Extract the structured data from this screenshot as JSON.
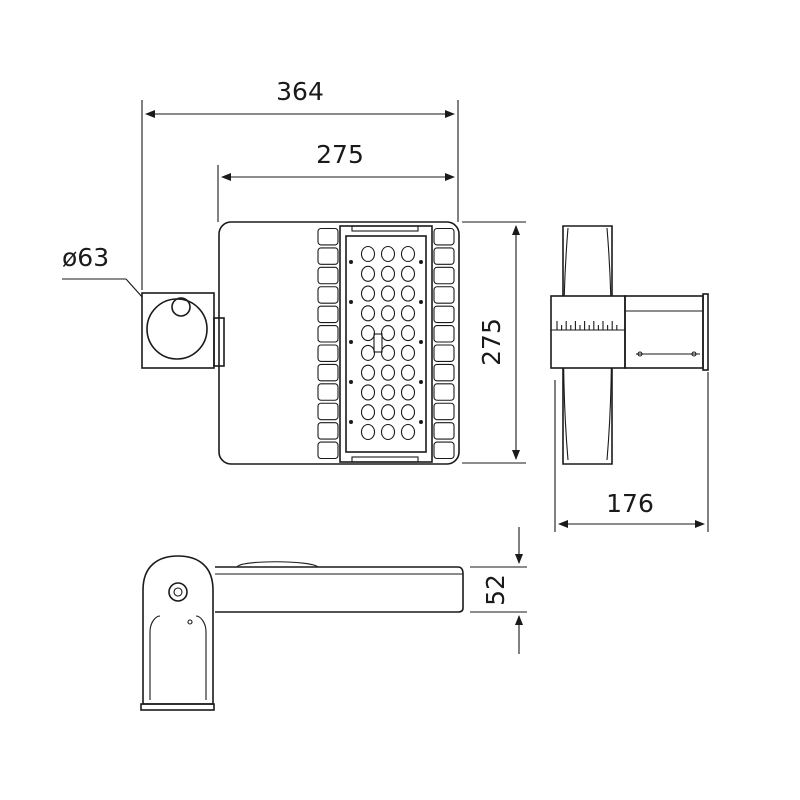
{
  "dimensions": {
    "overall_width": "364",
    "body_width": "275",
    "body_height": "275",
    "bracket_diameter": "ø63",
    "side_depth": "176",
    "profile_height": "52"
  },
  "led_module": {
    "fin_rows": 12,
    "lens_rows": 10,
    "lens_cols": 3
  }
}
